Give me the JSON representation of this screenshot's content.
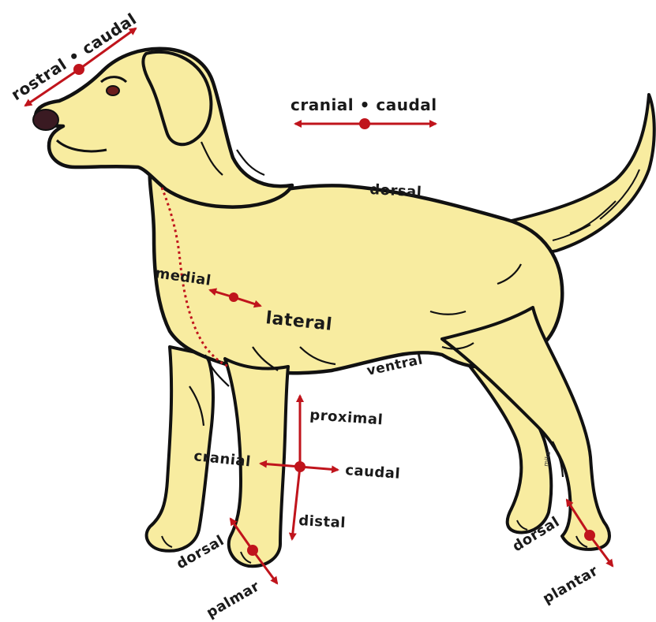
{
  "colors": {
    "fur": "#f8eca0",
    "outline": "#111111",
    "arrow": "#c0141c",
    "nose": "#3a1a22",
    "background": "#ffffff"
  },
  "labels": {
    "rostral_caudal": "rostral • caudal",
    "cranial_caudal_top": "cranial • caudal",
    "dorsal_back": "dorsal",
    "medial": "medial",
    "lateral": "lateral",
    "ventral": "ventral",
    "proximal": "proximal",
    "cranial_leg": "cranial",
    "caudal_leg": "caudal",
    "distal": "distal",
    "dorsal_front_paw": "dorsal",
    "palmar": "palmar",
    "dorsal_hind_paw": "dorsal",
    "plantar": "plantar",
    "signature": "miko"
  }
}
